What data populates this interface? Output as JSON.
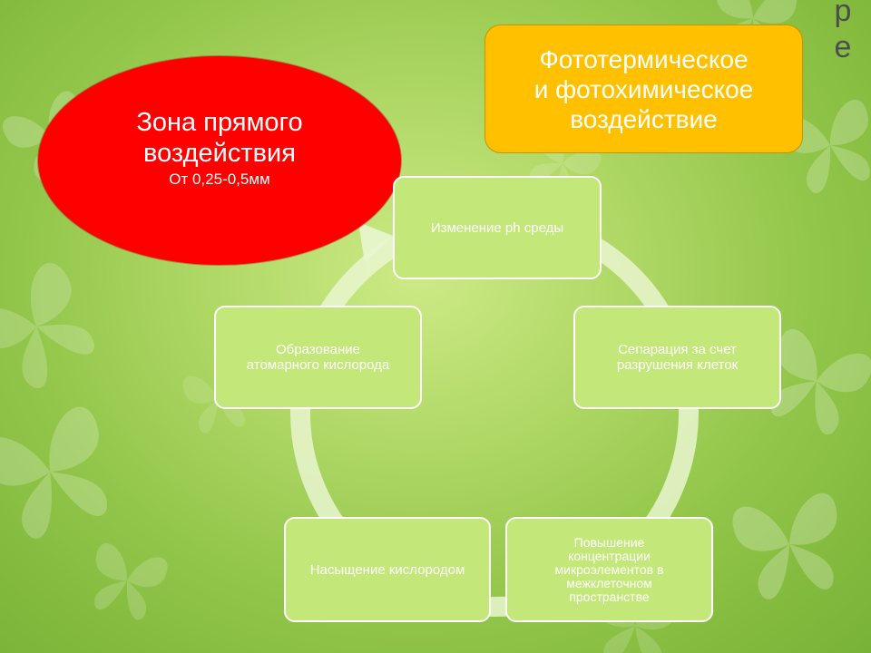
{
  "corner_letters": [
    "р",
    "е"
  ],
  "zone": {
    "title": "Зона прямого\nвоздействия",
    "subtitle": "От 0,25-0,5мм",
    "color": "#ff0000"
  },
  "callout": {
    "text": "Фототермическое\nи фотохимическое\nвоздействие",
    "color": "#ffc000"
  },
  "cycle": {
    "nodes": [
      {
        "label": "Изменение ph среды"
      },
      {
        "label": "Сепарация за счет\nразрушения клеток"
      },
      {
        "label": "Повышение\nконцентрации\nмикроэлементов  в\nмежклеточном\nпространстве"
      },
      {
        "label": "Насыщение кислородом"
      },
      {
        "label": "Образование\nатомарного кислорода"
      }
    ],
    "node_color": "#c3e879"
  },
  "background": {
    "decoration": "butterfly-icon"
  }
}
